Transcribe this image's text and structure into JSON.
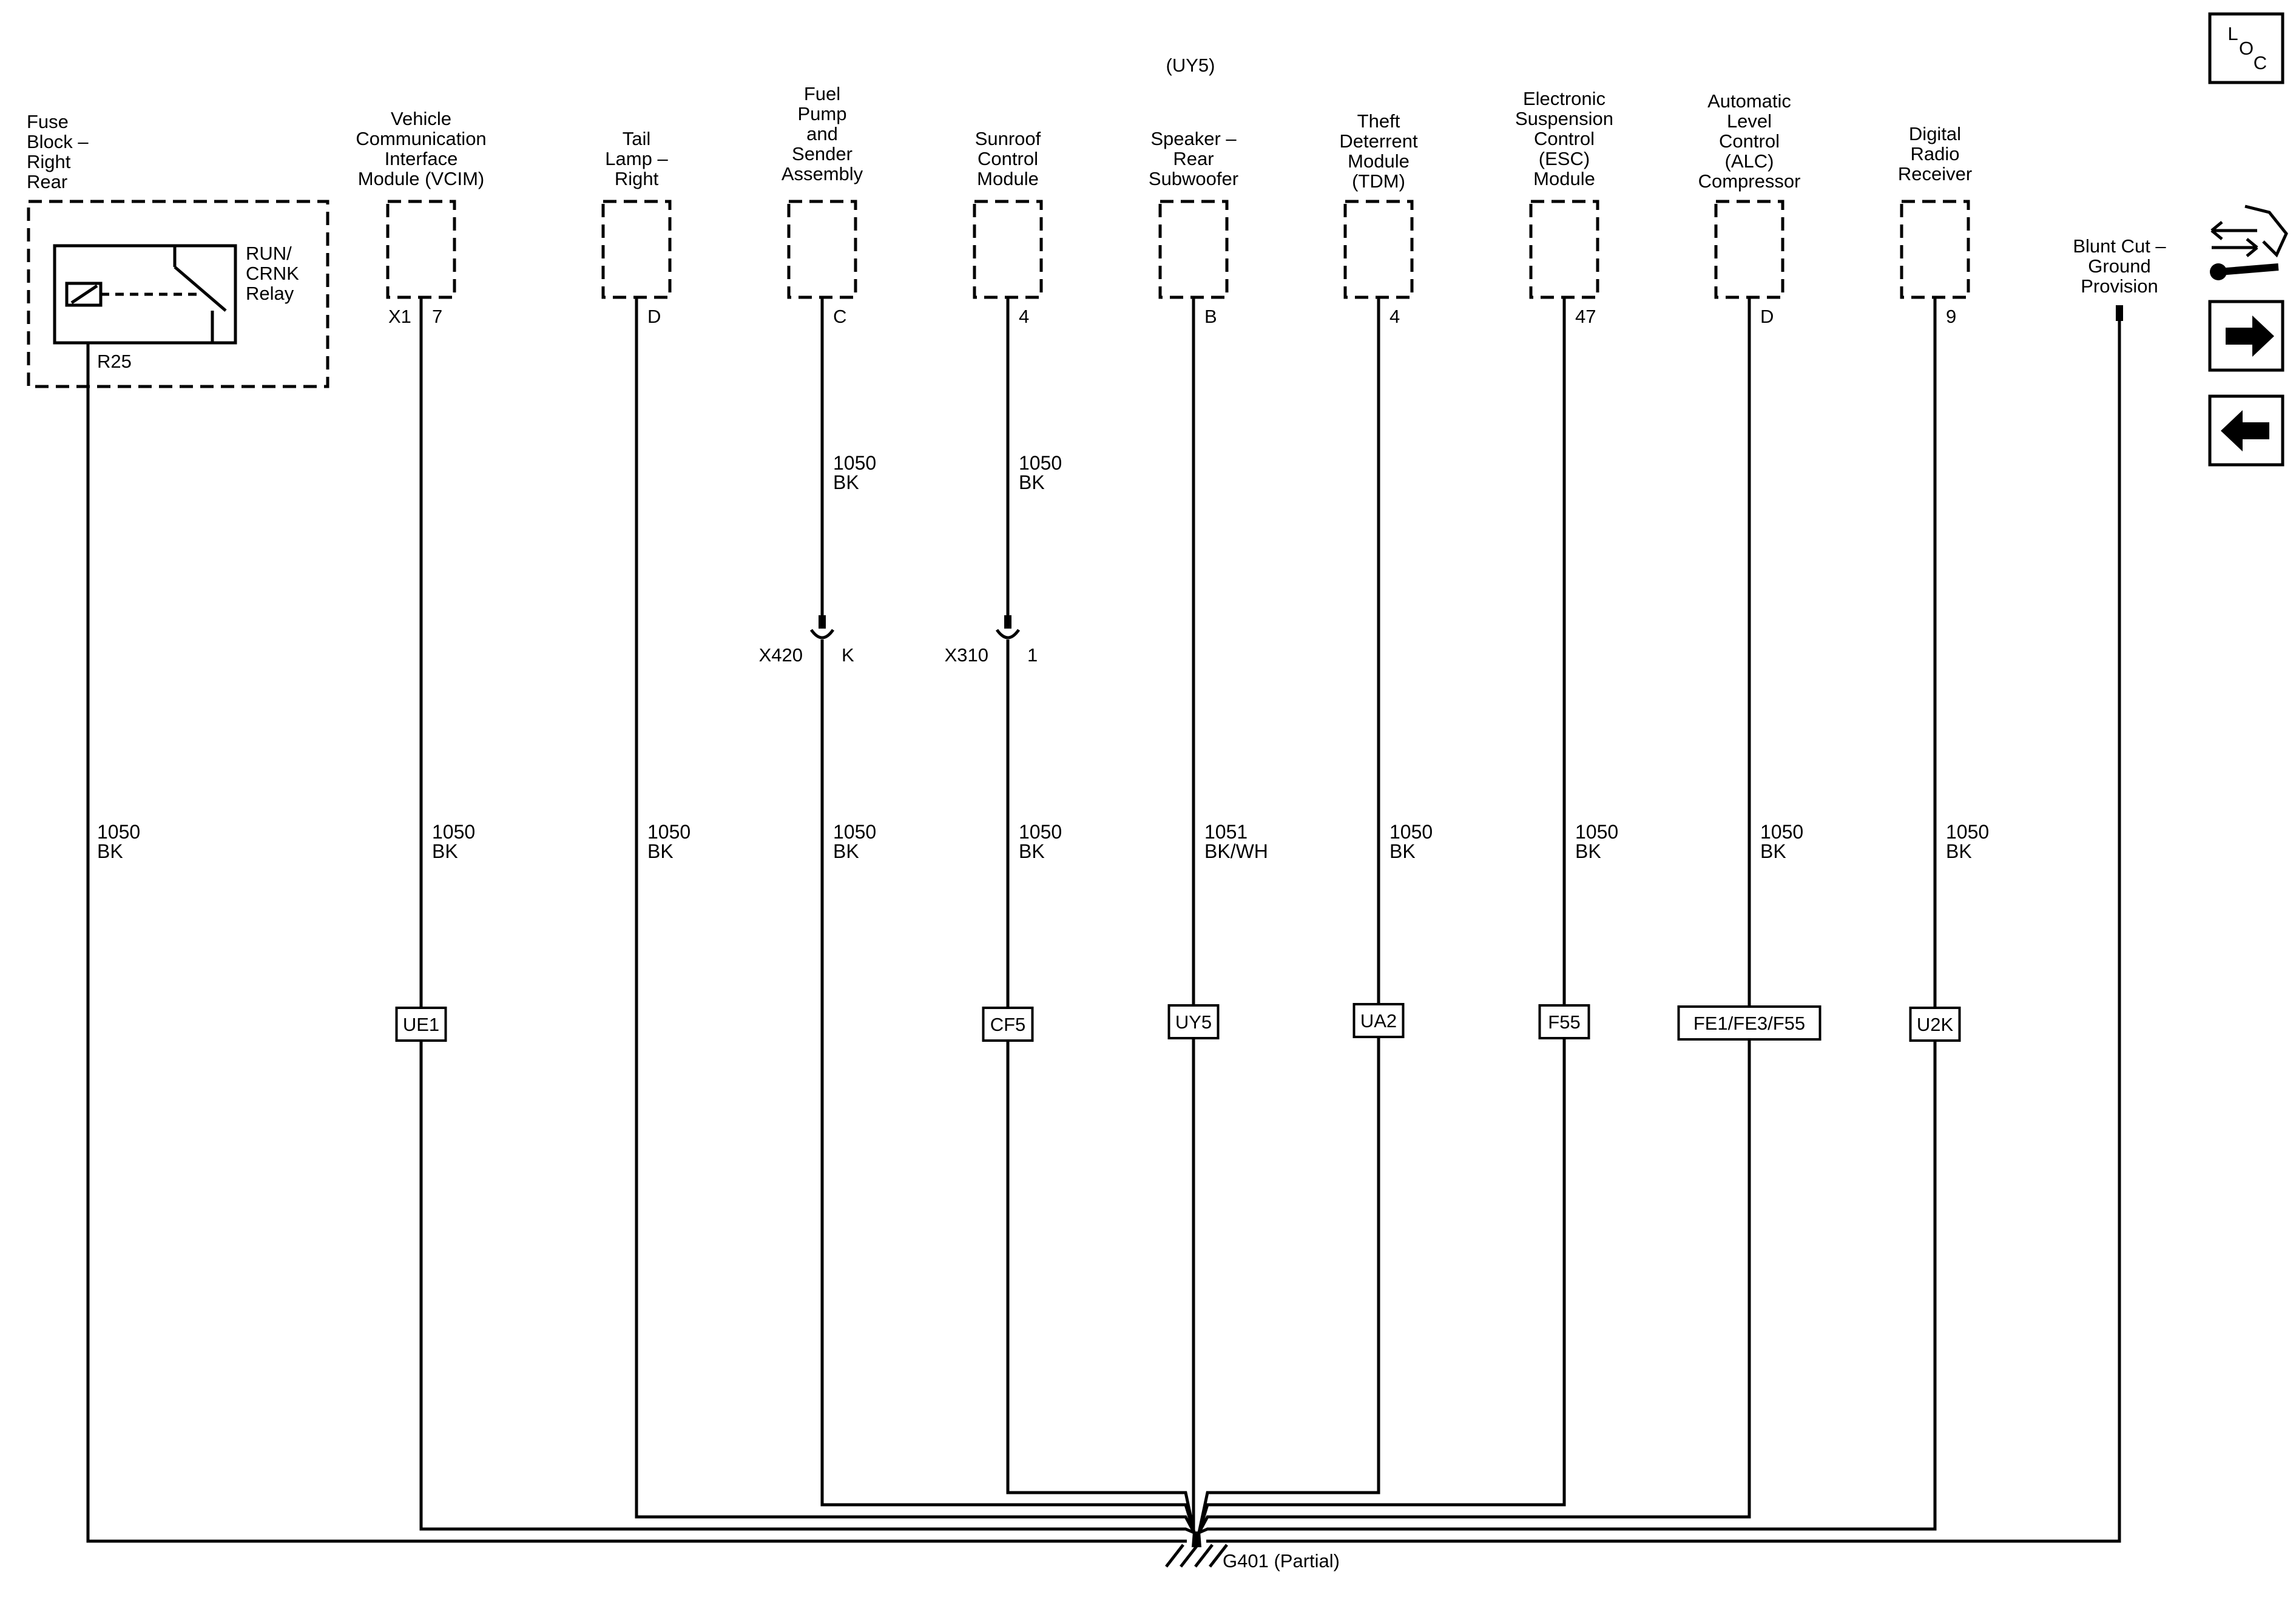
{
  "header_option": "(UY5)",
  "relay_block": {
    "title_lines": [
      "Fuse",
      "Block –",
      "Right",
      "Rear"
    ],
    "relay_lines": [
      "RUN/",
      "CRNK",
      "Relay"
    ],
    "relay_ref": "R25",
    "wire_circuit": "1050",
    "wire_color": "BK"
  },
  "components": [
    {
      "id": "vcim",
      "lines": [
        "Vehicle",
        "Communication",
        "Interface",
        "Module (VCIM)"
      ],
      "connector": "X1",
      "pin": "7",
      "circuit": "1050",
      "color": "BK",
      "option": "UE1"
    },
    {
      "id": "tail-lamp",
      "lines": [
        "Tail",
        "Lamp –",
        "Right"
      ],
      "connector": "",
      "pin": "D",
      "circuit": "1050",
      "color": "BK",
      "option": ""
    },
    {
      "id": "fuel-pump",
      "lines": [
        "Fuel",
        "Pump",
        "and",
        "Sender",
        "Assembly"
      ],
      "connector": "",
      "pin": "C",
      "circuit": "1050",
      "color": "BK",
      "upper_circuit": "1050",
      "upper_color": "BK",
      "inline_connector": "X420",
      "inline_pin": "K",
      "option": ""
    },
    {
      "id": "sunroof",
      "lines": [
        "Sunroof",
        "Control",
        "Module"
      ],
      "connector": "",
      "pin": "4",
      "circuit": "1050",
      "color": "BK",
      "upper_circuit": "1050",
      "upper_color": "BK",
      "inline_connector": "X310",
      "inline_pin": "1",
      "option": "CF5"
    },
    {
      "id": "subwoofer",
      "lines": [
        "Speaker –",
        "Rear",
        "Subwoofer"
      ],
      "connector": "",
      "pin": "B",
      "circuit": "1051",
      "color": "BK/WH",
      "option": "UY5"
    },
    {
      "id": "tdm",
      "lines": [
        "Theft",
        "Deterrent",
        "Module",
        "(TDM)"
      ],
      "connector": "",
      "pin": "4",
      "circuit": "1050",
      "color": "BK",
      "option": "UA2"
    },
    {
      "id": "esc",
      "lines": [
        "Electronic",
        "Suspension",
        "Control",
        "(ESC)",
        "Module"
      ],
      "connector": "",
      "pin": "47",
      "circuit": "1050",
      "color": "BK",
      "option": "F55"
    },
    {
      "id": "alc",
      "lines": [
        "Automatic",
        "Level",
        "Control",
        "(ALC)",
        "Compressor"
      ],
      "connector": "",
      "pin": "D",
      "circuit": "1050",
      "color": "BK",
      "option": "FE1/FE3/F55"
    },
    {
      "id": "radio",
      "lines": [
        "Digital",
        "Radio",
        "Receiver"
      ],
      "connector": "",
      "pin": "9",
      "circuit": "1050",
      "color": "BK",
      "option": "U2K"
    }
  ],
  "blunt_cut": {
    "lines": [
      "Blunt Cut –",
      "Ground",
      "Provision"
    ]
  },
  "ground": {
    "label": "G401 (Partial)"
  },
  "nav": {
    "loc_letters": [
      "L",
      "O",
      "C"
    ],
    "connector_icon": "connector-wrench-icon",
    "next_icon": "arrow-right-icon",
    "prev_icon": "arrow-left-icon"
  }
}
